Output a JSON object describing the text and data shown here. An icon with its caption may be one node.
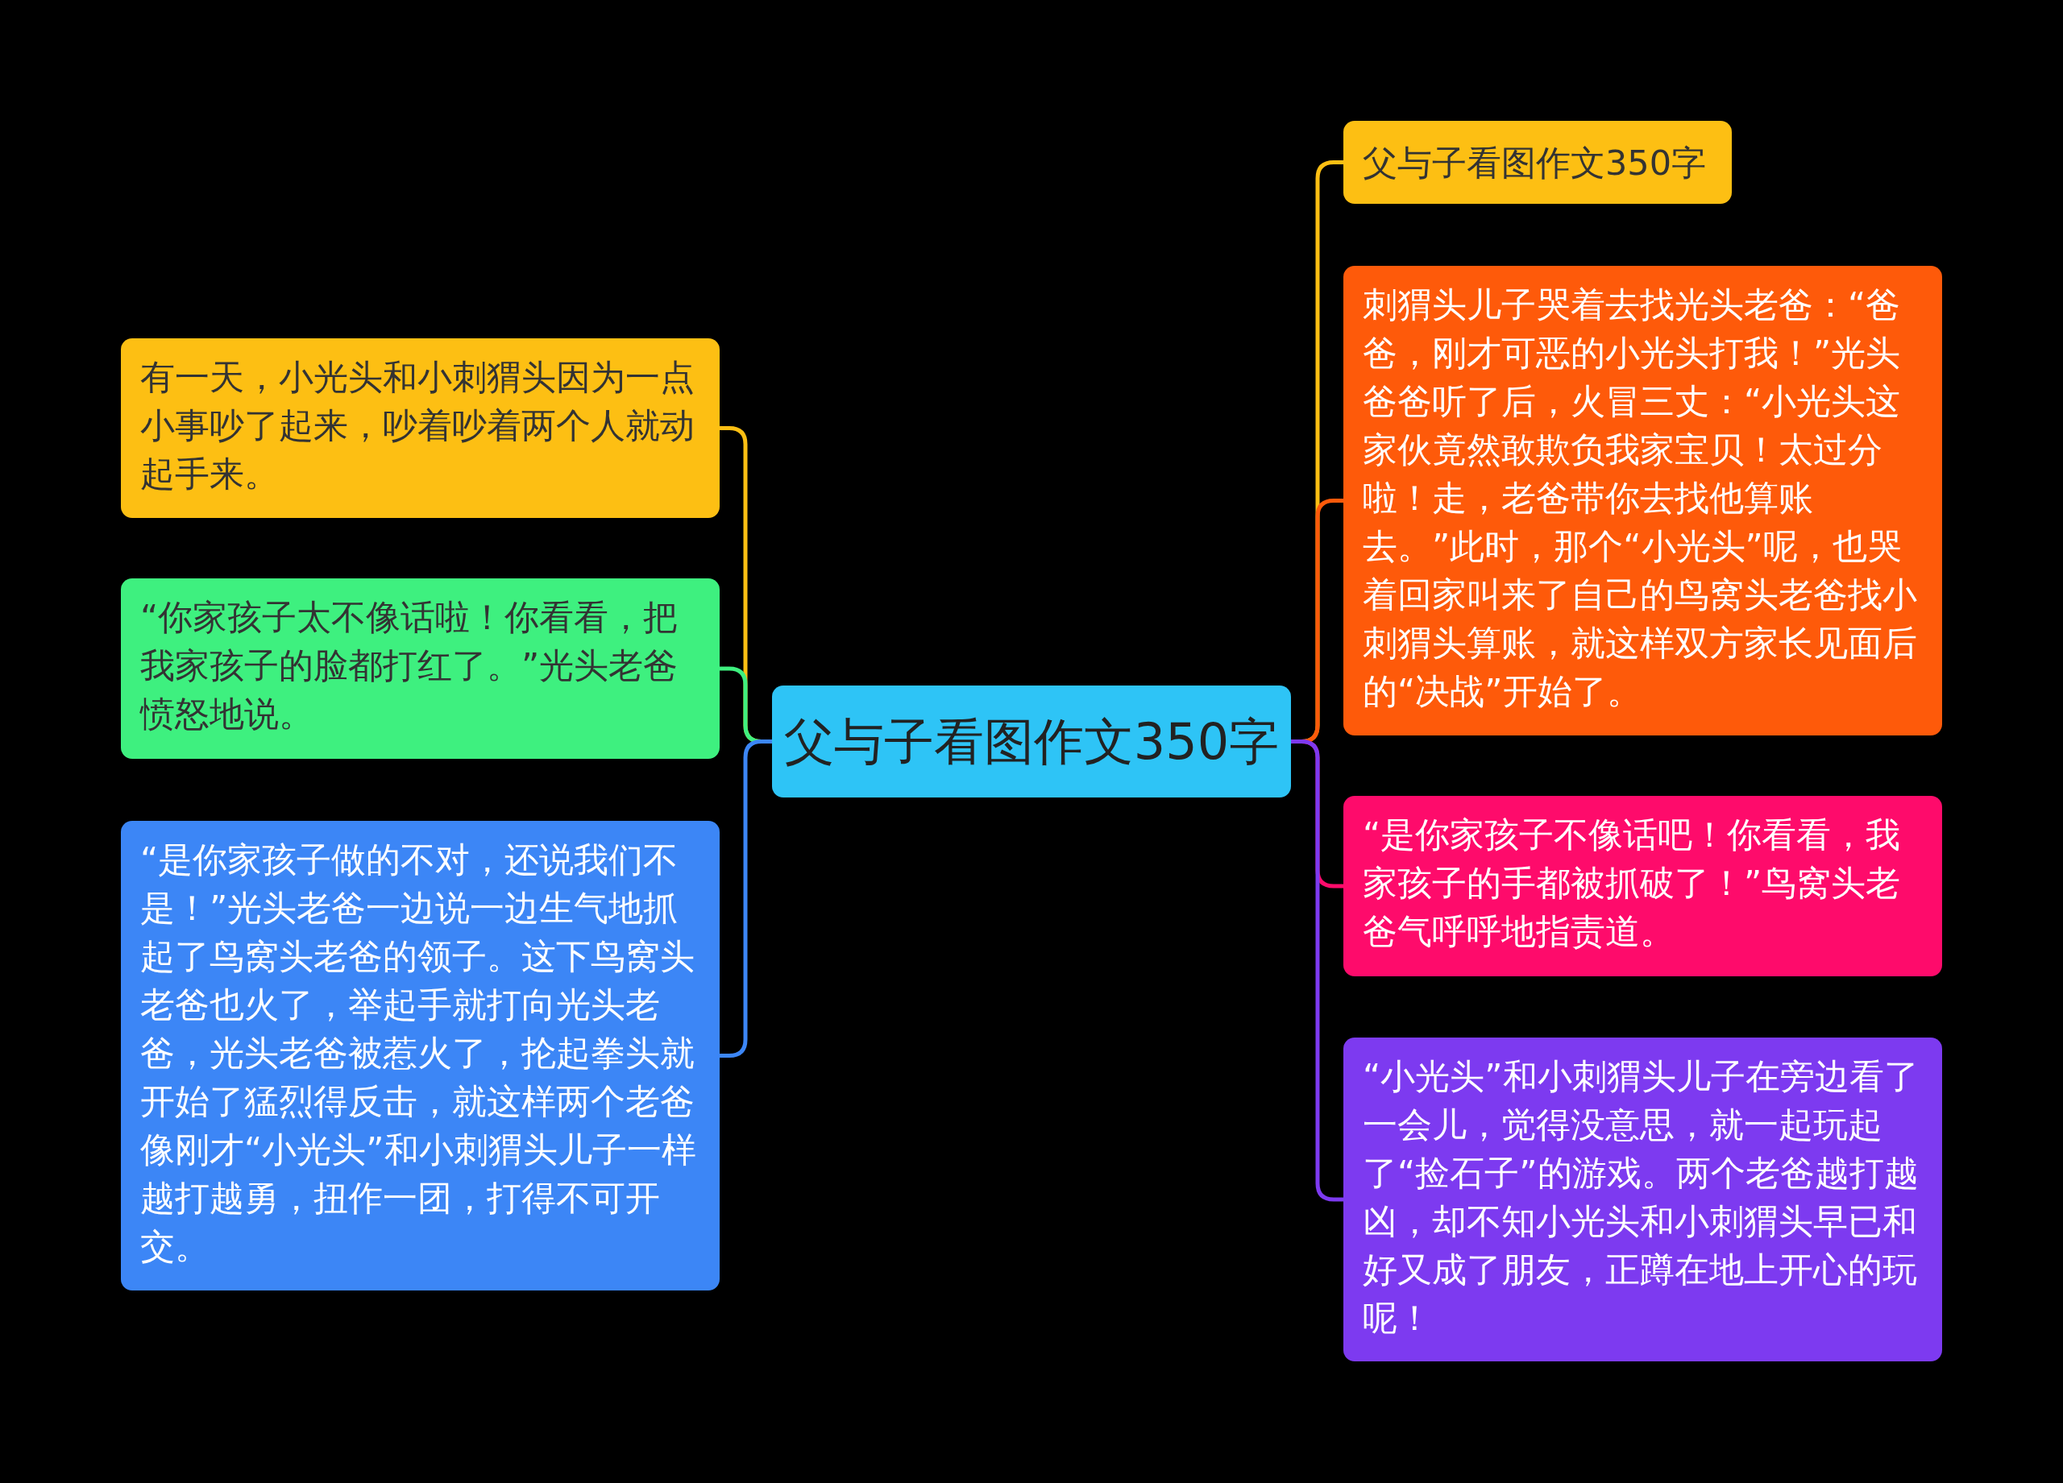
{
  "diagram": {
    "nodes": [
      {
        "text": [
          "父与子看图作文350字"
        ]
      },
      {
        "text": [
          "有一天，小光头和小刺猬头因为一点小事吵了起来，吵着吵着两个人就动起手来。"
        ]
      },
      {
        "text": [
          "“你家孩子太不像话啦！你看看，把我家孩子的脸都打红了。”光头老爸愤怒地说。"
        ]
      },
      {
        "text": [
          "“是你家孩子做的不对，还说我们不是！”光头老爸一边说一边生气地抓起了鸟窝头老爸的领子。这下鸟窝头老爸也火了，举起手就打向光头老爸，光头老爸被惹火了，抡起拳头就开始了猛烈得反击，就这样两个老爸像刚才“小光头”和小刺猬头儿子一样越打越勇，扭作一团，打得不可开交。"
        ]
      },
      {
        "text": [
          "父与子看图作文350字"
        ]
      },
      {
        "text": [
          "刺猬头儿子哭着去找光头老爸：“爸爸，刚才可恶的小光头打我！”光头爸爸听了后，火冒三丈：“小光头这家伙竟然敢欺负我家宝贝！太过分啦！走，老爸带你去找他算账去。”此时，那个“小光头”呢，也哭着回家叫来了自己的鸟窝头老爸找小刺猬头算账，就这样双方家长见面后的“决战”开始了。"
        ]
      },
      {
        "text": [
          "“是你家孩子不像话吧！你看看，我家孩子的手都被抓破了！”鸟窝头老爸气呼呼地指责道。"
        ]
      },
      {
        "text": [
          "“小光头”和小刺猬头儿子在旁边看了一会儿，觉得没意思，就一起玩起了“捡石子”的游戏。两个老爸越打越凶，却不知小光头和小刺猬头早已和好又成了朋友，正蹲在地上开心的玩呢！"
        ]
      }
    ],
    "edges": [
      {
        "from": 0,
        "to": 1,
        "arrow": "none",
        "color": "#fdbf13"
      },
      {
        "from": 0,
        "to": 2,
        "arrow": "none",
        "color": "#3ef07f"
      },
      {
        "from": 0,
        "to": 3,
        "arrow": "none",
        "color": "#3c86f6"
      },
      {
        "from": 0,
        "to": 4,
        "arrow": "none",
        "color": "#fdbf13"
      },
      {
        "from": 0,
        "to": 5,
        "arrow": "none",
        "color": "#fe5a0a"
      },
      {
        "from": 0,
        "to": 6,
        "arrow": "none",
        "color": "#fe0b6b"
      },
      {
        "from": 0,
        "to": 7,
        "arrow": "none",
        "color": "#7d3af0"
      }
    ]
  }
}
